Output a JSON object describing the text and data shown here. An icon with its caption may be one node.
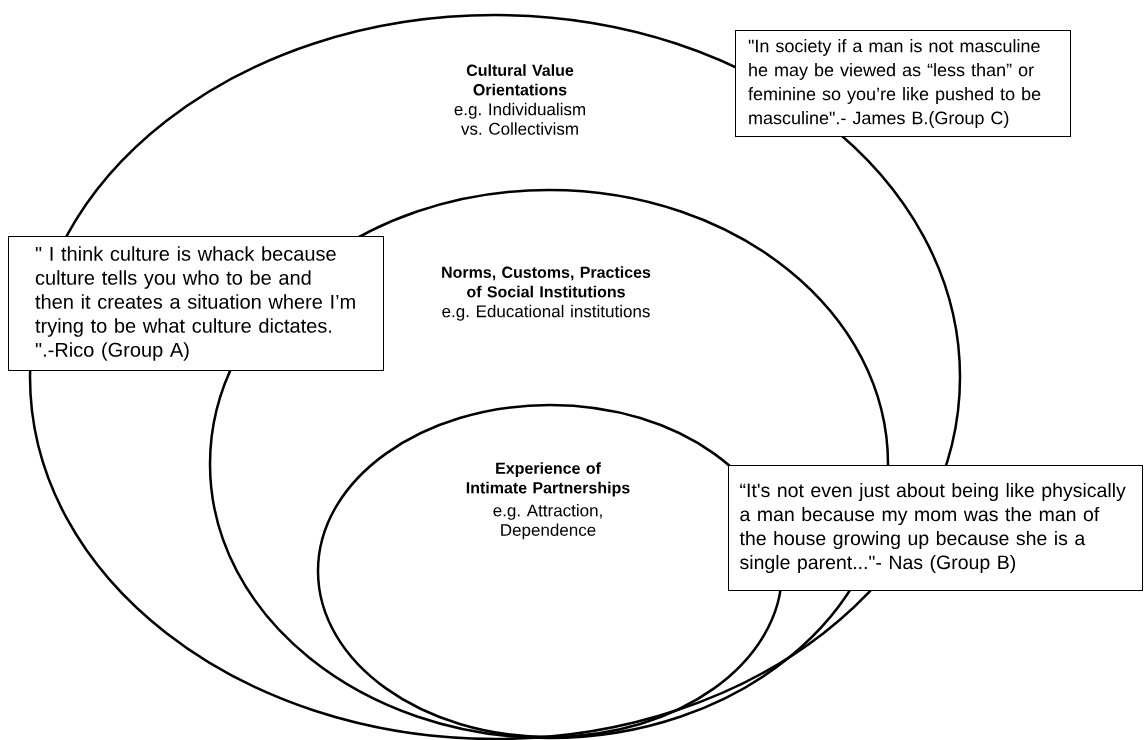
{
  "diagram": {
    "nodes": [
      {
        "text": [
          "Cultural Value Orientations",
          "e.g. Individualism vs. Collectivism"
        ]
      },
      {
        "text": [
          "Norms, Customs, Practices of Social Institutions",
          "e.g. Educational institutions"
        ],
        "in": 0
      },
      {
        "text": [
          "Experience of Intimate Partnerships",
          "e.g. Attraction, Dependence"
        ],
        "in": 1
      },
      {
        "text": [
          "\" I think culture is whack because culture tells you who to be and then it creates a situation where I’m trying to be what culture dictates. \".-Rico (Group A)"
        ]
      },
      {
        "text": [
          "\"In society if a man is not masculine he may be viewed as “less than” or feminine so you’re like pushed to be masculine\".- James B.(Group C)"
        ]
      },
      {
        "text": [
          "“It's not even just about being like physically a man because my mom was the man of the house growing up because she is a single parent...\"- Nas (Group B)"
        ]
      }
    ]
  }
}
